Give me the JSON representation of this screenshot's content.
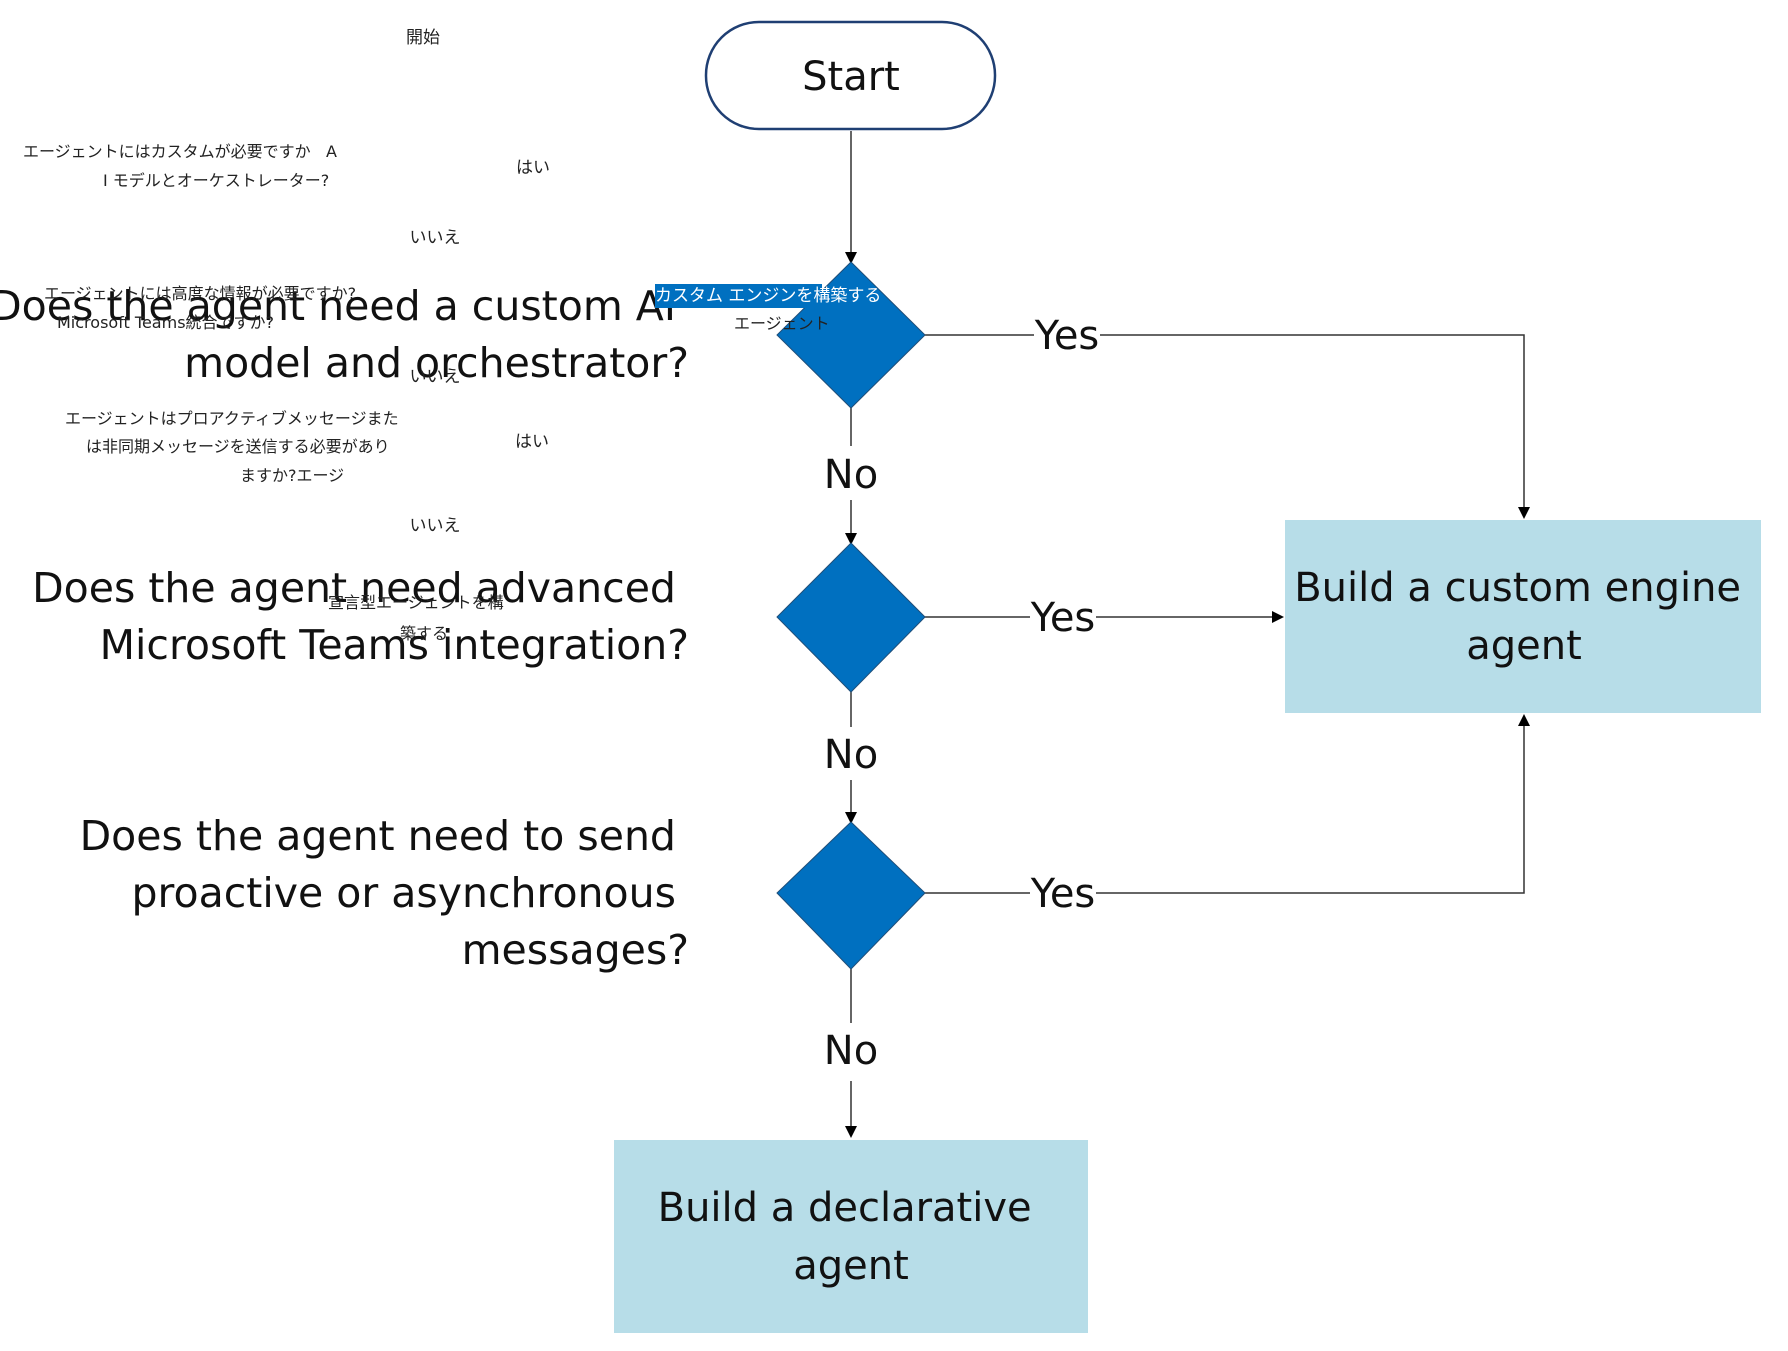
{
  "start_label": "Start",
  "questions": [
    {
      "lines": [
        "Does the agent need a custom AI",
        "model and orchestrator?"
      ],
      "yes_label": "Yes",
      "no_label": "No"
    },
    {
      "lines": [
        "Does the agent need advanced",
        "Microsoft Teams integration?"
      ],
      "yes_label": "Yes",
      "no_label": "No"
    },
    {
      "lines": [
        "Does the agent need to send",
        "proactive or asynchronous",
        "messages?"
      ],
      "yes_label": "Yes",
      "no_label": "No"
    }
  ],
  "outcomes": {
    "custom": {
      "lines": [
        "Build a custom engine",
        "agent"
      ]
    },
    "declarative": {
      "lines": [
        "Build a declarative",
        "agent"
      ]
    }
  },
  "ja_overlay": {
    "start": "開始",
    "q1": [
      "エージェントにはカスタムが必要ですか",
      "A",
      "I モデルとオーケストレーター?"
    ],
    "q2": [
      "エージェントには高度な情報が必要ですか?",
      "Microsoft Teams統合ですか?"
    ],
    "q3": [
      "エージェントはプロアクティブメッセージまた",
      "は非同期メッセージを送信する必要があり",
      "ますか?エージ"
    ],
    "yes": "はい",
    "no": "いいえ",
    "custom_outcome": [
      "カスタム エンジンを構築する",
      "エージェント"
    ],
    "declarative_outcome": [
      "宣言型エージェントを構",
      "築する"
    ]
  },
  "colors": {
    "decision_fill": "#0070c0",
    "decision_stroke": "#1f4e79",
    "outcome_fill": "#b7dde8",
    "start_stroke": "#1f3f73",
    "connector": "#333333",
    "ja_highlight": "#0070c0"
  }
}
